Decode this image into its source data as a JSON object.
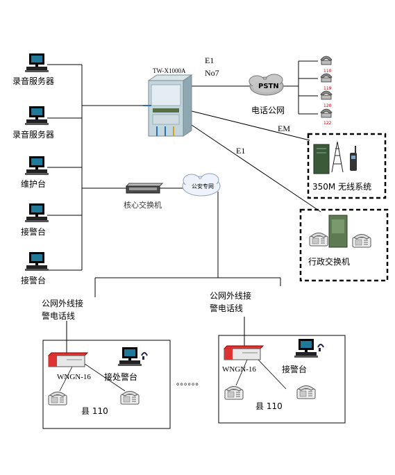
{
  "left_stations": [
    {
      "label": "录音服务器"
    },
    {
      "label": "录音服务器"
    },
    {
      "label": "维护台"
    },
    {
      "label": "接警台"
    },
    {
      "label": "接警台"
    }
  ],
  "core_switch": {
    "label": "TW-X1000A"
  },
  "trunk_labels": {
    "e1_top": "E1",
    "no7": "No7",
    "em": "EM",
    "e1_mid": "E1"
  },
  "pstn": {
    "cloud_label": "PSTN",
    "label": "电话公网",
    "phone_numbers": [
      "110",
      "119",
      "120",
      "122"
    ]
  },
  "wireless": {
    "label": "350M 无线系统"
  },
  "admin_switch": {
    "label": "行政交换机"
  },
  "police_net": {
    "cloud_label": "公安专网"
  },
  "core_exchange": {
    "label": "核心交换机"
  },
  "county_links": [
    {
      "label_line1": "公网外线接",
      "label_line2": "警电话线"
    },
    {
      "label_line1": "公网外线接",
      "label_line2": "警电话线"
    }
  ],
  "counties": [
    {
      "device": "WNGN-16",
      "desk": "接处警台",
      "name": "县 110"
    },
    {
      "device": "WNGN-16",
      "desk": "接警台",
      "name": "县 110"
    }
  ],
  "ellipsis": "。。。。。。"
}
